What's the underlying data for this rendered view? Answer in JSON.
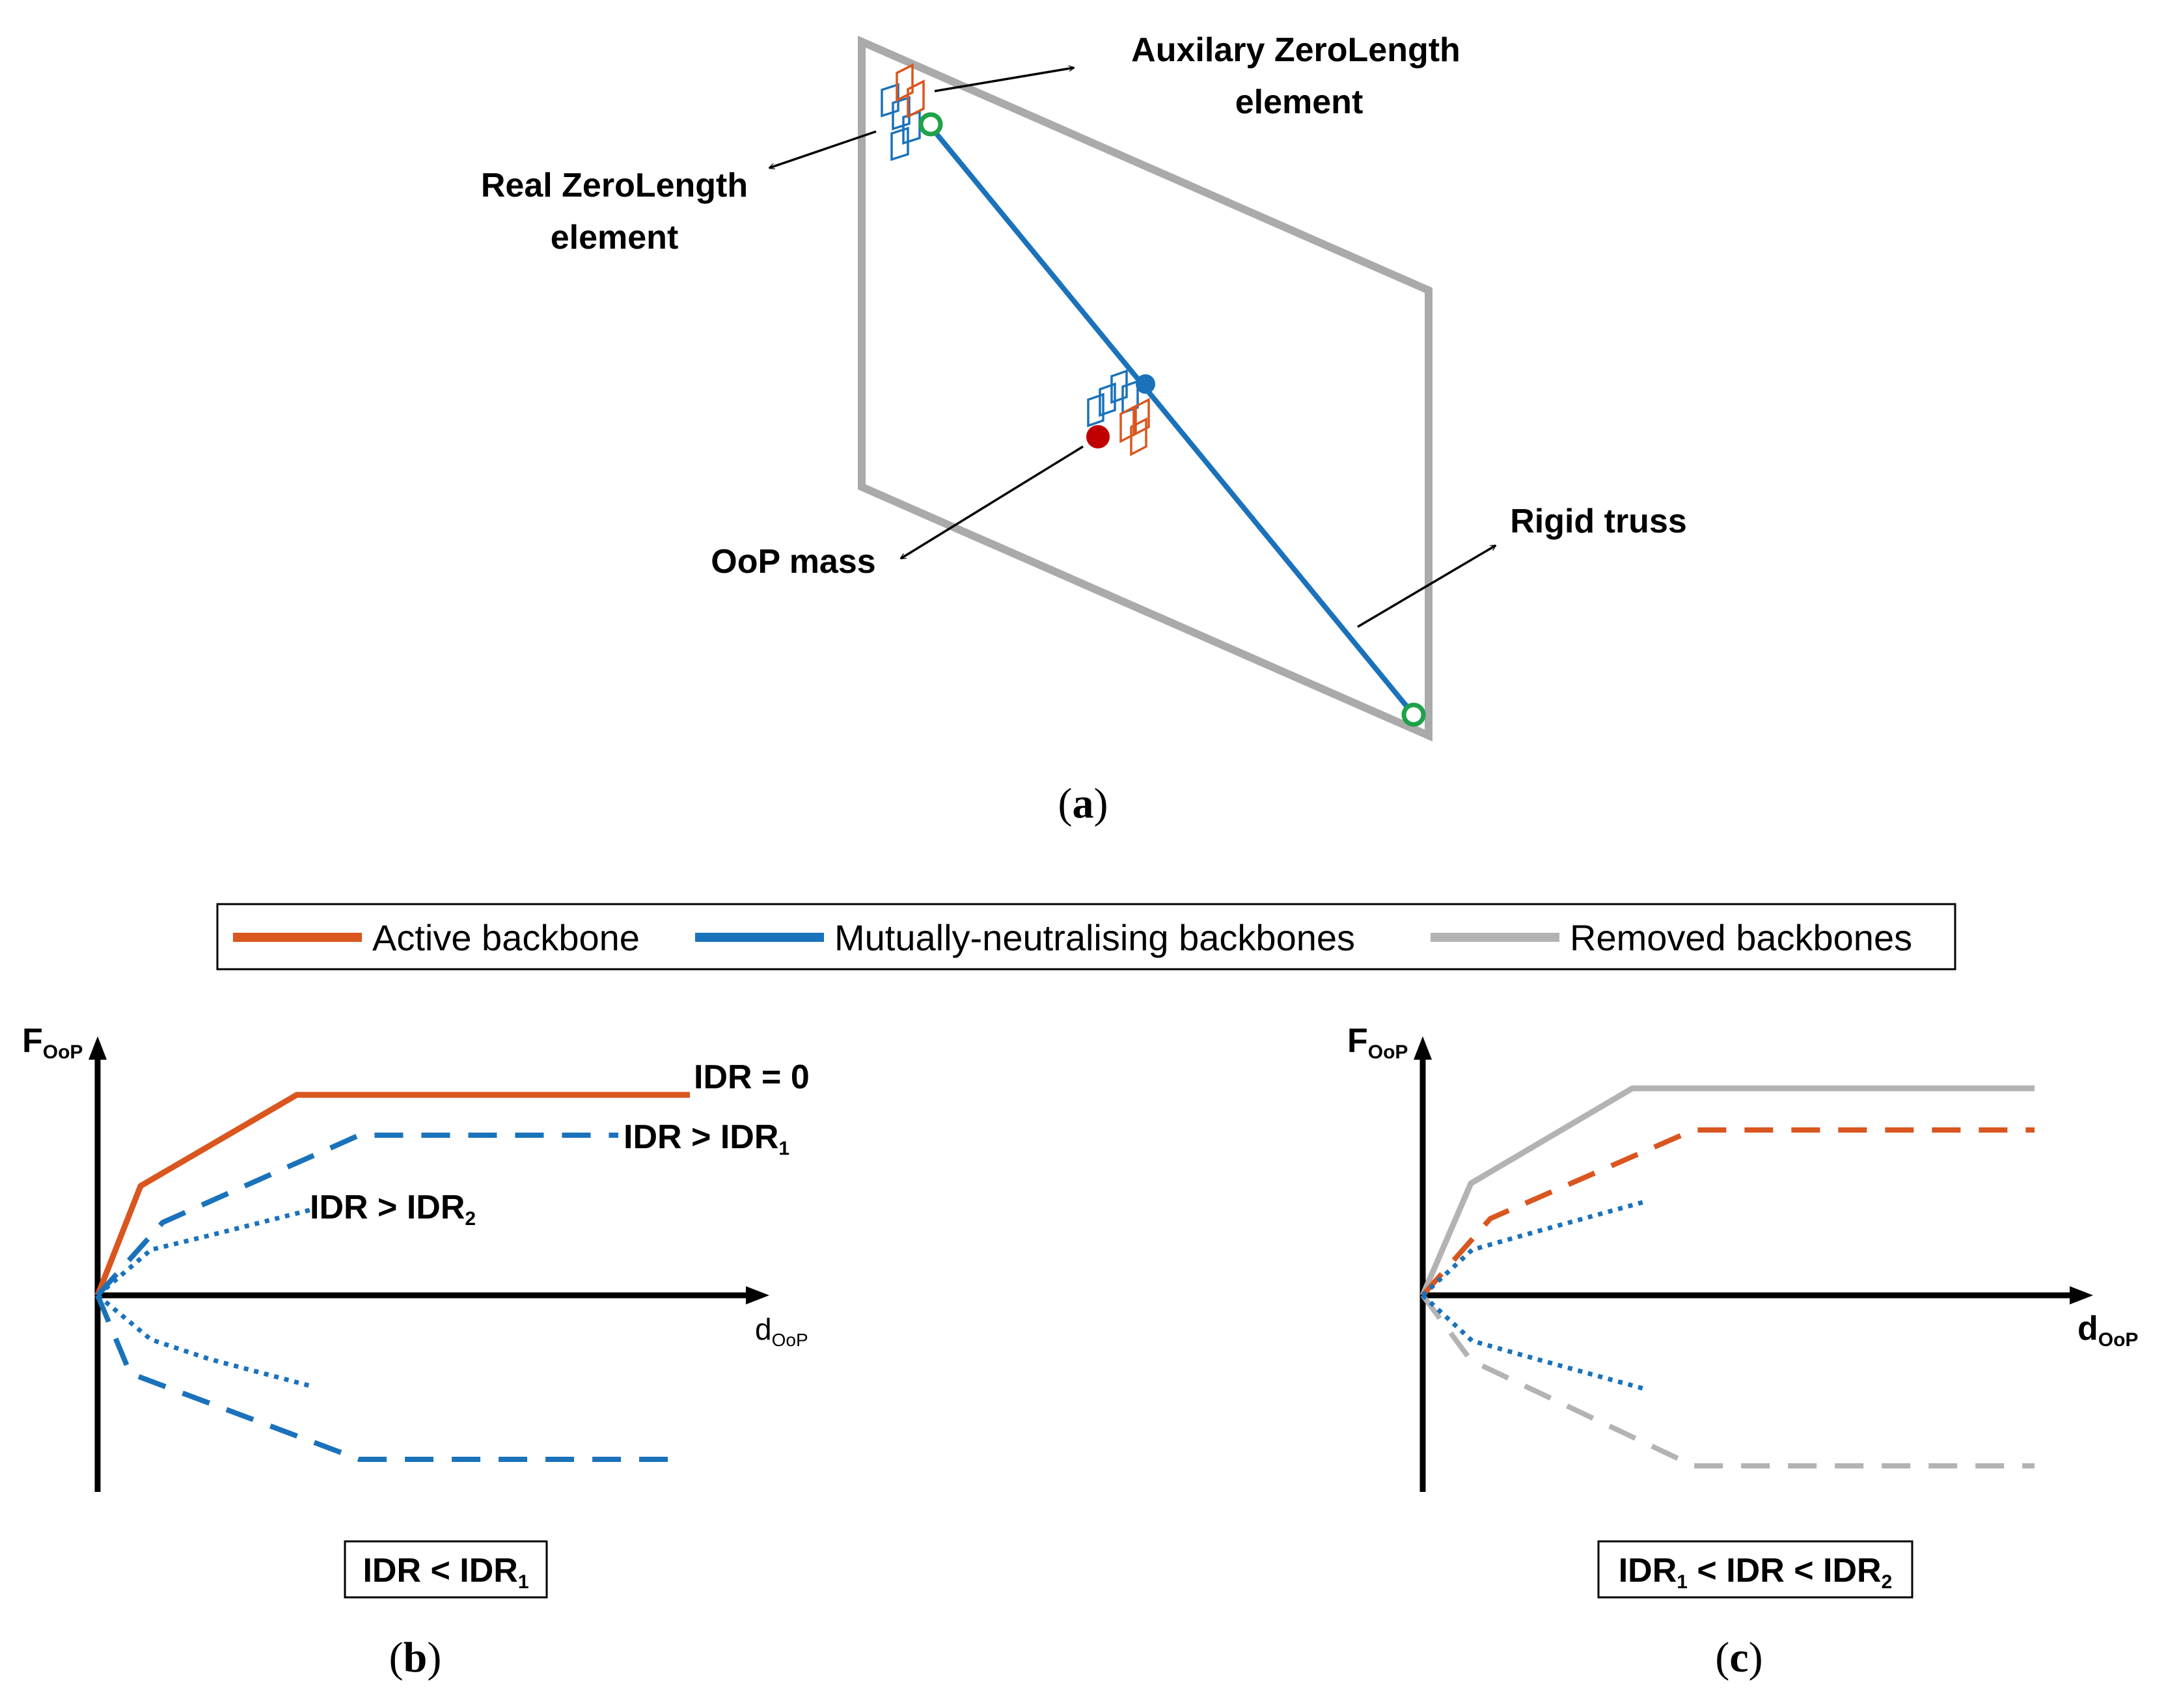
{
  "colors": {
    "active": "#d9561f",
    "neutral": "#1a72bb",
    "removed": "#b3b3b3",
    "frame": "#aaaaaa",
    "node_green": "#1fa14a",
    "node_red": "#c00000"
  },
  "panel_a": {
    "caption_open": "(",
    "caption_letter": "a",
    "caption_close": ")",
    "label_auxiliary_line1": "Auxilary ZeroLength",
    "label_auxiliary_line2": "element",
    "label_real_line1": "Real ZeroLength",
    "label_real_line2": "element",
    "label_oop_mass": "OoP mass",
    "label_rigid_truss": "Rigid truss"
  },
  "legend": {
    "items": [
      {
        "label": "Active backbone",
        "color_key": "active"
      },
      {
        "label": "Mutually-neutralising backbones",
        "color_key": "neutral"
      },
      {
        "label": "Removed backbones",
        "color_key": "removed"
      }
    ]
  },
  "panel_b": {
    "caption_open": "(",
    "caption_letter": "b",
    "caption_close": ")",
    "y_axis_main": "F",
    "y_axis_sub": "OoP",
    "x_axis_main": "d",
    "x_axis_sub": "OoP",
    "curve_label_0": "IDR = 0",
    "curve_label_1_main": "IDR > IDR",
    "curve_label_1_sub": "1",
    "curve_label_2_main": "IDR > IDR",
    "curve_label_2_sub": "2",
    "condition_main": "IDR < IDR",
    "condition_sub": "1"
  },
  "panel_c": {
    "caption_open": "(",
    "caption_letter": "c",
    "caption_close": ")",
    "y_axis_main": "F",
    "y_axis_sub": "OoP",
    "x_axis_main": "d",
    "x_axis_sub": "OoP",
    "condition_part1": "IDR",
    "condition_sub1": "1",
    "condition_part2": " < IDR < IDR",
    "condition_sub2": "2"
  }
}
